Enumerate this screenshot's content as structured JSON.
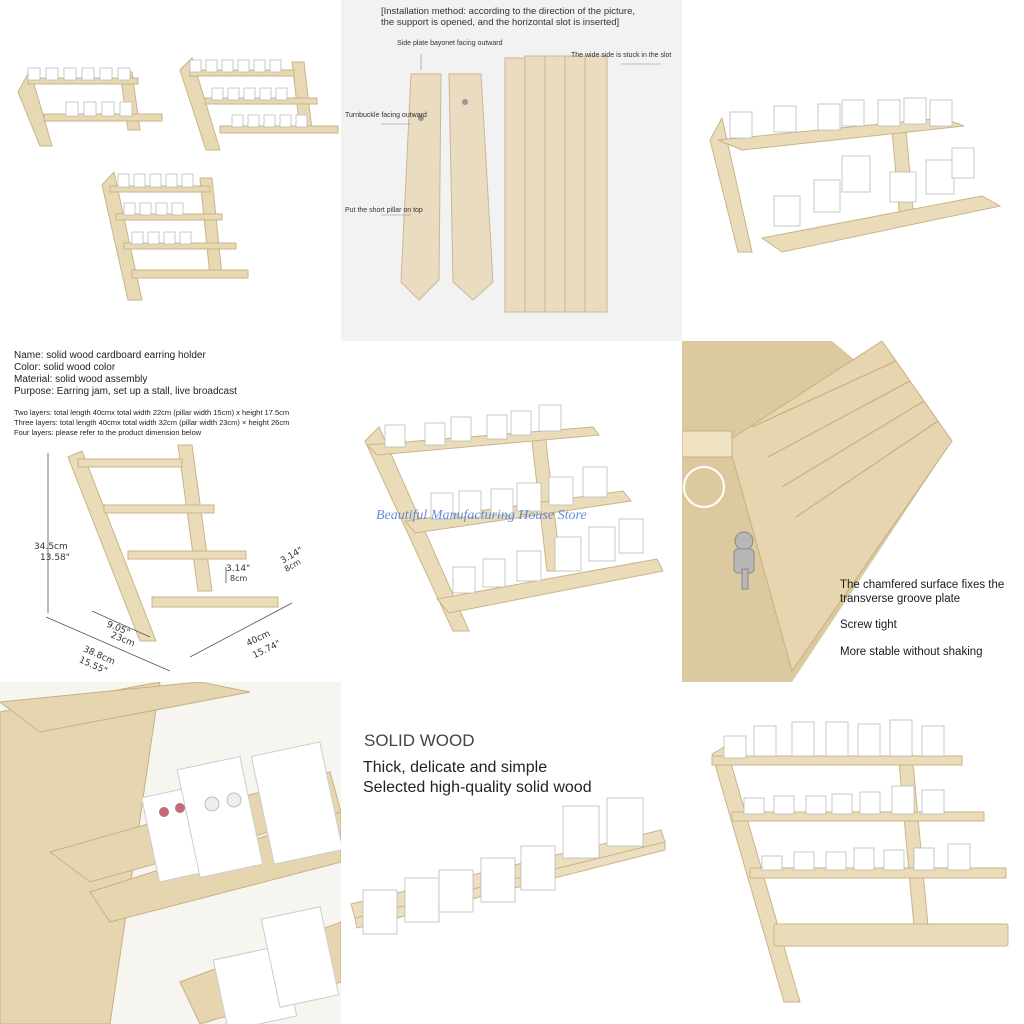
{
  "install": {
    "title_line1": "[Installation method: according to the direction of the picture,",
    "title_line2": "the support is opened, and the horizontal slot is inserted]",
    "label_side": "Side plate bayonet facing outward",
    "label_wide": "The wide side is stuck in the slot",
    "label_turnbuckle": "Turnbuckle facing outward",
    "label_pillar": "Put the short pillar on top"
  },
  "specs": {
    "name": "Name: solid wood cardboard earring holder",
    "color": "Color: solid wood color",
    "material": "Material: solid wood assembly",
    "purpose": "Purpose: Earring jam, set up a stall, live broadcast",
    "two_layers": "Two layers: total length 40cmx total width 22cm (pillar width 15cm) x height 17.5cm",
    "three_layers": "Three layers: total length 40cmx total width 32cm (pillar width 23cm) × height 26cm",
    "four_layers": "Four layers: please refer to the product dimension below"
  },
  "dimensions": {
    "height_cm": "34.5cm",
    "height_in": "13.58\"",
    "depth_cm": "23cm",
    "depth_in": "9.05\"",
    "base_cm": "38.8cm",
    "base_in": "15.55\"",
    "length_cm": "40cm",
    "length_in": "15.74\"",
    "step_cm": "8cm",
    "step_in": "3.14\"",
    "shelf_cm": "8cm",
    "shelf_in": "3.14\""
  },
  "watermark": "Beautiful Manufacturing House Store",
  "detail": {
    "line1": "The chamfered surface fixes the",
    "line2": "transverse groove plate",
    "line3": "Screw tight",
    "line4": "More stable without shaking"
  },
  "solid": {
    "title": "SOLID WOOD",
    "sub1": "Thick, delicate and simple",
    "sub2": "Selected high-quality solid wood"
  },
  "colors": {
    "wood": "#e8d9b5",
    "wood_dark": "#cdb88c",
    "card": "#ffffff"
  }
}
